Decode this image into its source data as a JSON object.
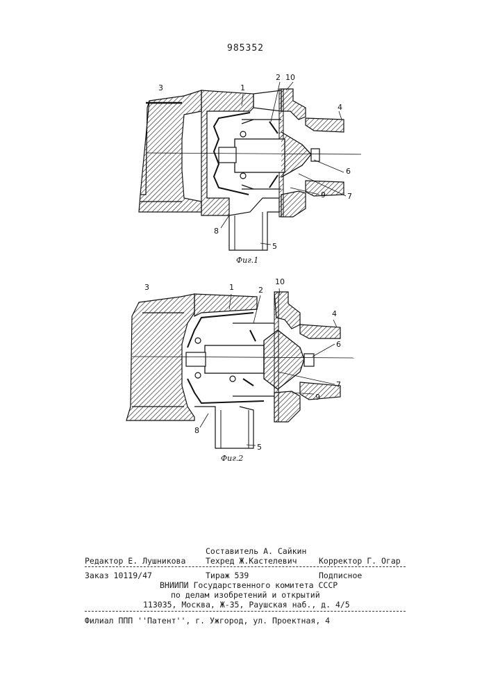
{
  "patent_number": "985352",
  "figures": [
    {
      "caption": "Фиг.1",
      "labels": {
        "n1": "1",
        "n2": "2",
        "n3": "3",
        "n4": "4",
        "n5": "5",
        "n6": "6",
        "n7": "7",
        "n8": "8",
        "n9": "9",
        "n10": "10"
      }
    },
    {
      "caption": "Фиг.2",
      "labels": {
        "n1": "1",
        "n2": "2",
        "n3": "3",
        "n4": "4",
        "n5": "5",
        "n6": "6",
        "n7": "7",
        "n8": "8",
        "n9": "9",
        "n10": "10"
      }
    }
  ],
  "imprint": {
    "compiler": "Составитель А. Сайкин",
    "editor": "Редактор Е. Лушникова",
    "techred": "Техред Ж.Кастелевич",
    "corrector": "Корректор Г. Огар",
    "order": "Заказ 10119/47",
    "circulation": "Тираж 539",
    "subscription": "Подписное",
    "org_line1": "ВНИИПИ Государственного комитета СССР",
    "org_line2": "по делам изобретений и открытий",
    "address": "113035, Москва, Ж-35, Раушская наб., д. 4/5",
    "branch": "Филиал ППП ''Патент'', г. Ужгород, ул. Проектная, 4"
  }
}
